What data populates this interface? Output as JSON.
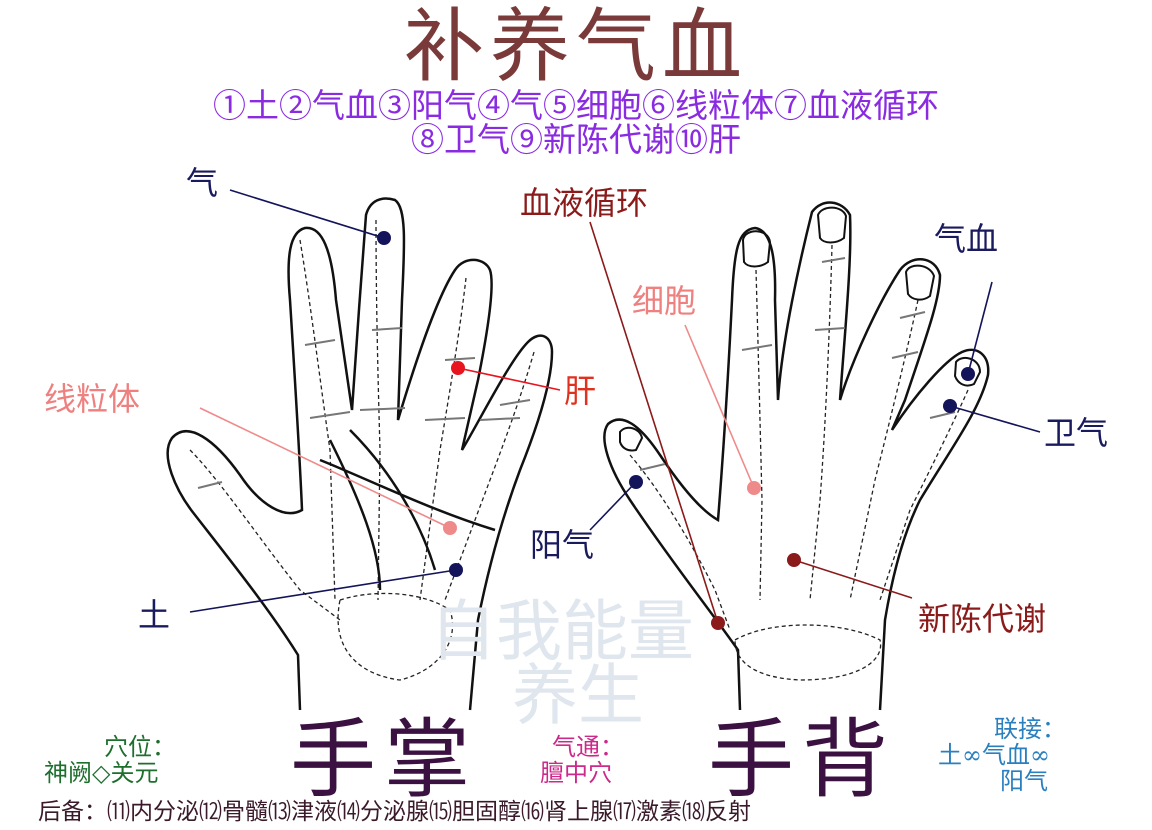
{
  "title": "补养气血",
  "legend": {
    "line1": "①土②气血③阳气④气⑤细胞⑥线粒体⑦血液循环",
    "line2": "⑧卫气⑨新陈代谢⑩肝"
  },
  "labels": {
    "qi": "气",
    "xueye": "血液循环",
    "qixue": "气血",
    "xibao": "细胞",
    "xianliti": "线粒体",
    "gan": "肝",
    "weiqi": "卫气",
    "yangqi": "阳气",
    "tu": "土",
    "xinchen": "新陈代谢"
  },
  "watermark": {
    "line1": "自我能量",
    "line2": "养生"
  },
  "captions": {
    "palm": "手掌",
    "back": "手背"
  },
  "acupoint": {
    "title": "穴位：",
    "value": "神阙◇关元"
  },
  "qitong": {
    "title": "气通：",
    "value": "膻中穴"
  },
  "link": {
    "title": "联接：",
    "line1": "土∞气血∞",
    "line2": "阳气"
  },
  "footer": "后备：⑾内分泌⑿骨髓⒀津液⒁分泌腺⒂胆固醇⒃肾上腺⒄激素⒅反射",
  "colors": {
    "title": "#7a3a3a",
    "legend": "#8a2be2",
    "navy_point": "#14145a",
    "red_point": "#8b1a1a",
    "pink_point": "#ef8a8a",
    "liver_point": "#e8141e"
  }
}
